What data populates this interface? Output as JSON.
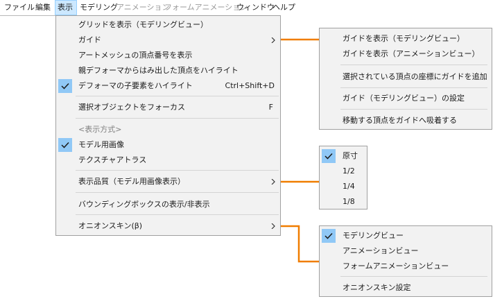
{
  "menubar": {
    "items": [
      {
        "label": "ファイル"
      },
      {
        "label": "編集"
      },
      {
        "label": "表示"
      },
      {
        "label": "モデリング"
      },
      {
        "label": "アニメーション"
      },
      {
        "label": "フォームアニメーション"
      },
      {
        "label": "ウィンドウ"
      },
      {
        "label": "ヘルプ"
      }
    ]
  },
  "view_menu": {
    "items": [
      {
        "label": "グリッドを表示（モデリングビュー）"
      },
      {
        "label": "ガイド"
      },
      {
        "label": "アートメッシュの頂点番号を表示"
      },
      {
        "label": "親デフォーマからはみ出した頂点をハイライト"
      },
      {
        "label": "デフォーマの子要素をハイライト",
        "shortcut": "Ctrl+Shift+D",
        "checked": true
      },
      {
        "label": "選択オブジェクトをフォーカス",
        "shortcut": "F"
      },
      {
        "label": "<表示方式>"
      },
      {
        "label": "モデル用画像",
        "checked": true
      },
      {
        "label": "テクスチャアトラス"
      },
      {
        "label": "表示品質（モデル用画像表示）"
      },
      {
        "label": "バウンディングボックスの表示/非表示"
      },
      {
        "label": "オニオンスキン(β)"
      }
    ]
  },
  "guide_submenu": {
    "items": [
      {
        "label": "ガイドを表示（モデリングビュー）"
      },
      {
        "label": "ガイドを表示（アニメーションビュー）"
      },
      {
        "label": "選択されている頂点の座標にガイドを追加"
      },
      {
        "label": "ガイド（モデリングビュー）の設定"
      },
      {
        "label": "移動する頂点をガイドへ吸着する"
      }
    ]
  },
  "quality_submenu": {
    "items": [
      {
        "label": "原寸",
        "checked": true
      },
      {
        "label": "1/2"
      },
      {
        "label": "1/4"
      },
      {
        "label": "1/8"
      }
    ]
  },
  "onion_submenu": {
    "items": [
      {
        "label": "モデリングビュー",
        "checked": true
      },
      {
        "label": "アニメーションビュー"
      },
      {
        "label": "フォームアニメーションビュー"
      },
      {
        "label": "オニオンスキン設定"
      }
    ]
  },
  "colors": {
    "connector": "#f07d00",
    "check_bg": "#90c8f6",
    "active_menu_bg": "#cce8ff",
    "menu_bg": "#f2f2f2"
  }
}
